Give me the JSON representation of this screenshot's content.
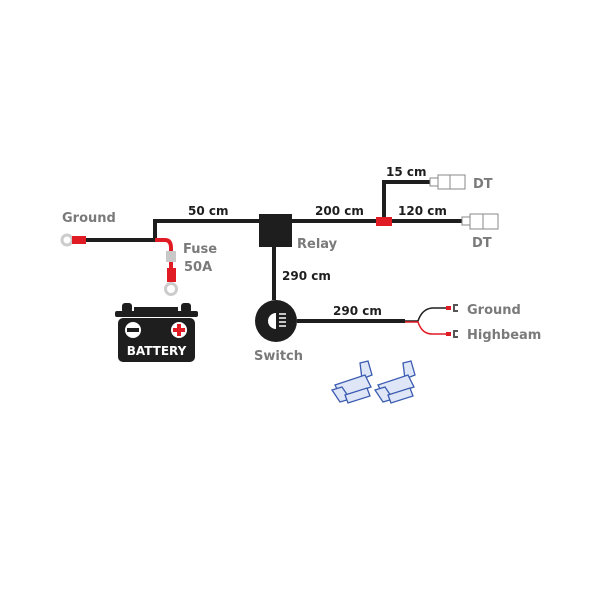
{
  "labels": {
    "ground_left": "Ground",
    "fuse": "Fuse",
    "fuse_rating": "50A",
    "battery": "BATTERY",
    "len_50": "50 cm",
    "relay": "Relay",
    "len_200": "200 cm",
    "len_120": "120 cm",
    "len_15": "15 cm",
    "dt_top": "DT",
    "dt_bottom": "DT",
    "len_290_vertical": "290 cm",
    "switch": "Switch",
    "len_290_horizontal": "290 cm",
    "ground_right": "Ground",
    "highbeam": "Highbeam"
  },
  "colors": {
    "wire": "#1e1e1e",
    "red": "#e01b24",
    "label_grey": "#7a7a7a",
    "clip_blue": "#3a5bb0"
  }
}
